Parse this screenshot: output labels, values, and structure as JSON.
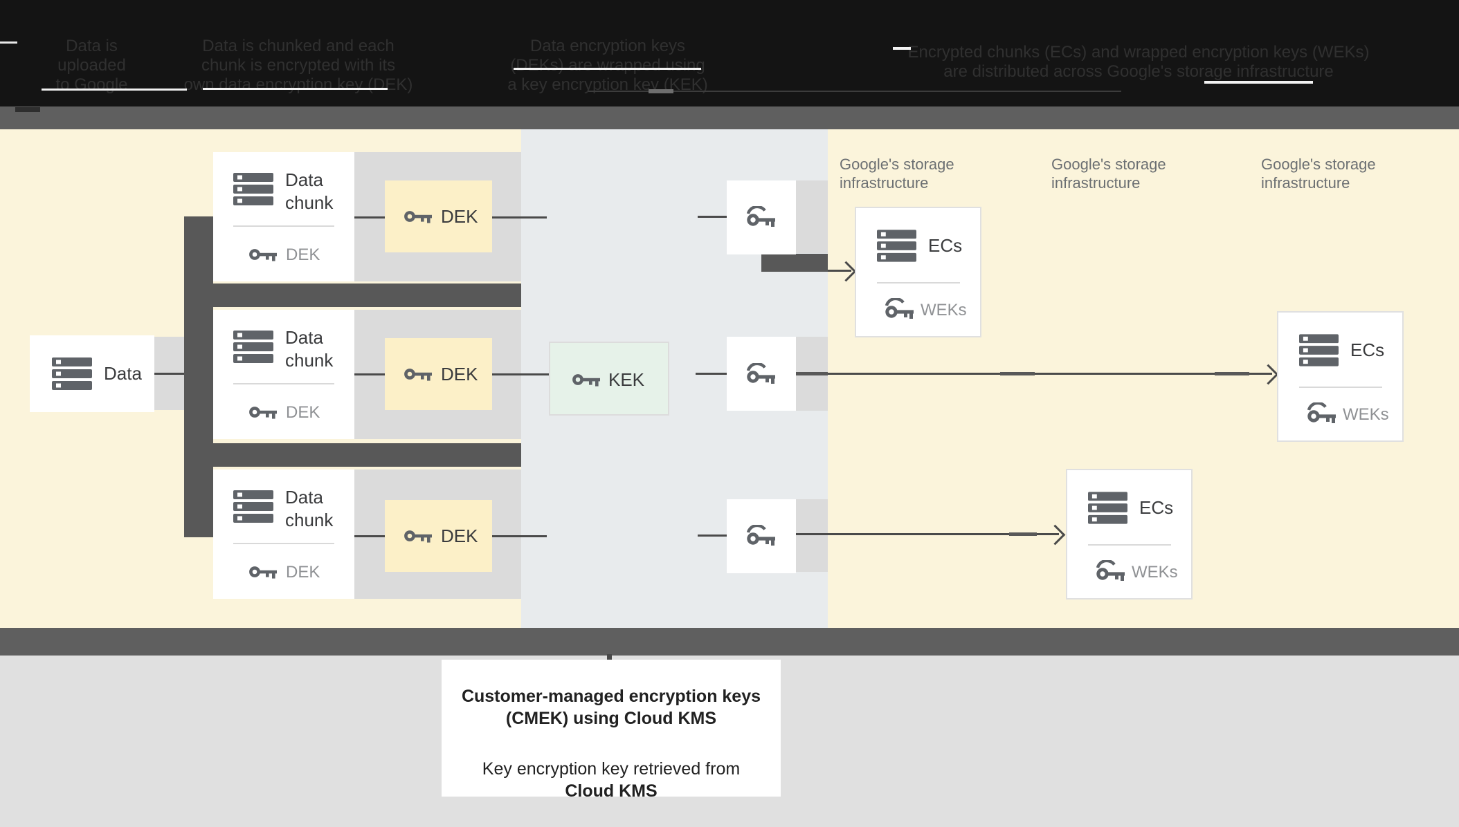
{
  "header": {
    "columns": [
      {
        "lines": [
          "Data is",
          "uploaded",
          "to Google"
        ]
      },
      {
        "lines": [
          "Data is chunked and each",
          "chunk is encrypted with its",
          "own data encryption key (DEK)"
        ]
      },
      {
        "lines": [
          "Data encryption keys",
          "(DEKs) are wrapped using",
          "a key encryption key (KEK)"
        ]
      },
      {
        "lines": [
          "Encrypted chunks (ECs) and wrapped encryption keys (WEKs)",
          "are distributed across Google's storage infrastructure"
        ]
      }
    ]
  },
  "diagram": {
    "data_label": "Data",
    "chunk_line1": "Data",
    "chunk_line2": "chunk",
    "dek_label": "DEK",
    "kek_label": "KEK",
    "ecs_label": "ECs",
    "weks_label": "WEKs",
    "storage_line1": "Google's storage",
    "storage_line2": "infrastructure"
  },
  "caption": {
    "line1": "Customer-managed encryption keys",
    "line2": "(CMEK) using Cloud KMS",
    "line3": "Key encryption key retrieved from",
    "line4": "Cloud KMS"
  },
  "colors": {
    "yellow_bg": "#fbf4db",
    "dek_yellow": "#fcf0c8",
    "kek_mint": "#e6f2e9",
    "blue_gray": "#e8ebed",
    "band_gray": "#dbdbdb",
    "section_bar": "#5f5f5f",
    "pipe_dark": "#585858",
    "icon_gray": "#5f6368",
    "header_bg": "#141414"
  }
}
